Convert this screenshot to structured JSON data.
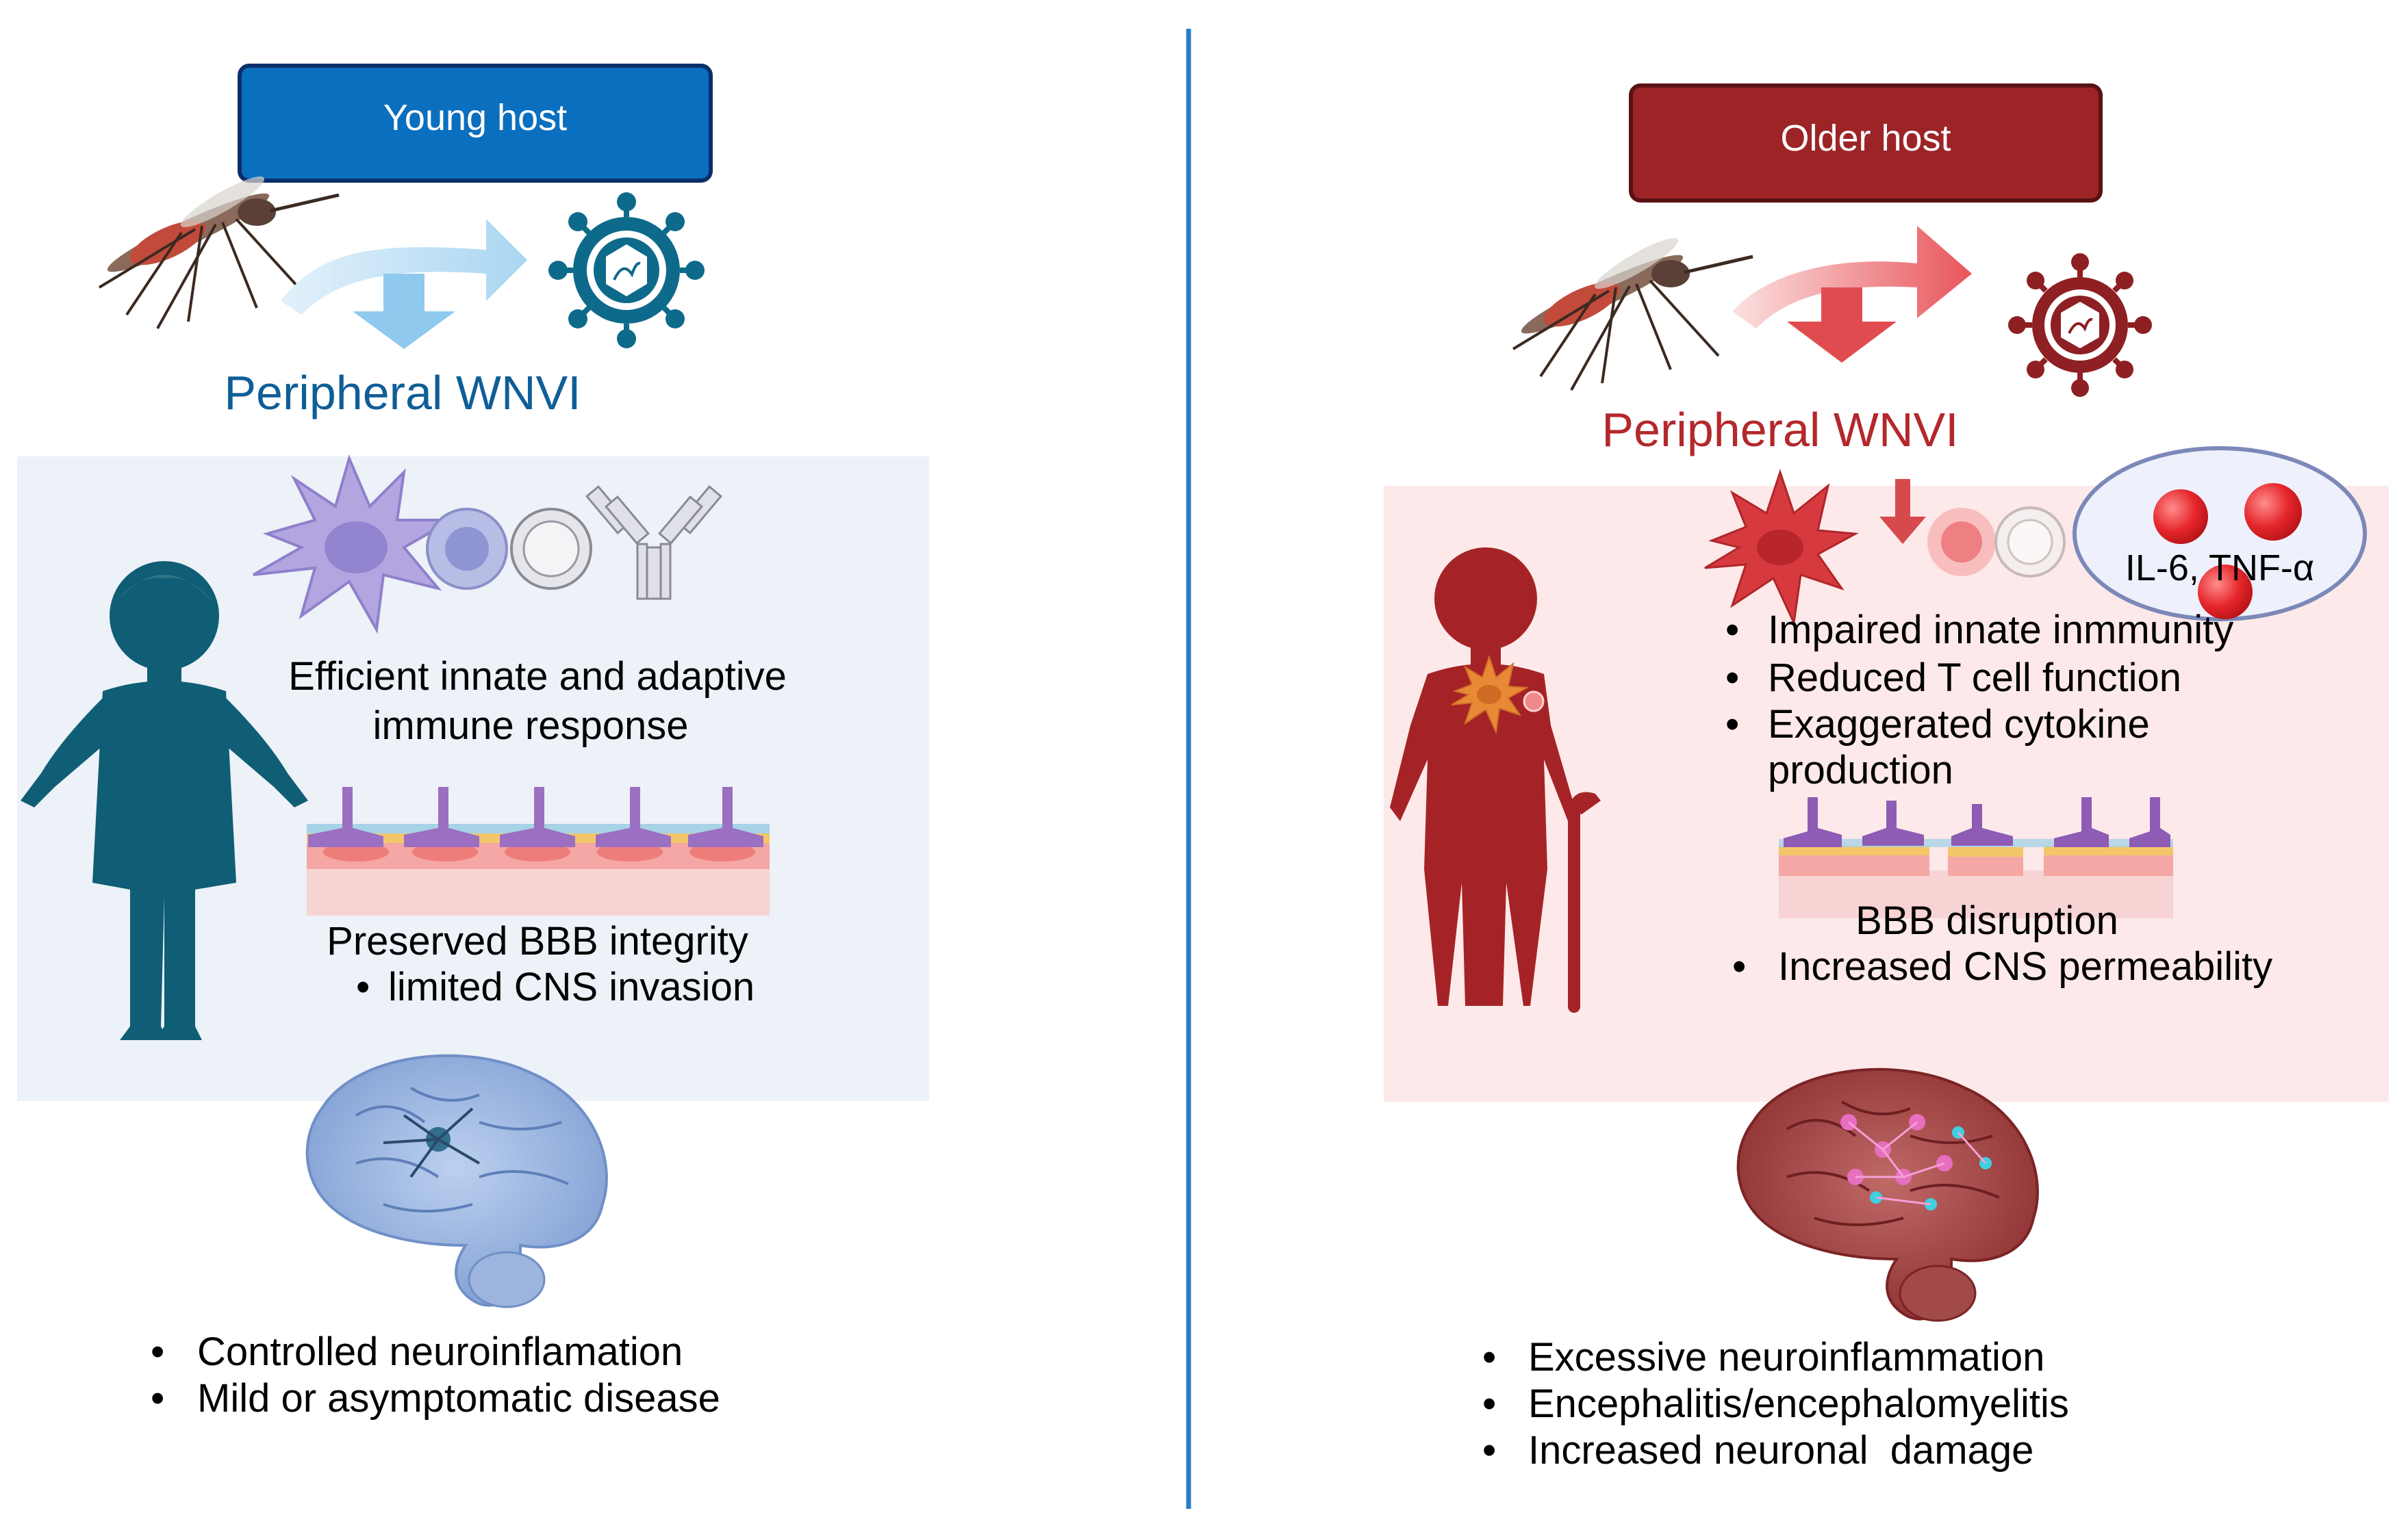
{
  "colors": {
    "young_blue": "#0b6fbf",
    "young_text": "#0f5e97",
    "young_panel": "#edf1f8",
    "young_silhouette": "#0f5e75",
    "older_red": "#9c2427",
    "older_text": "#b3282c",
    "older_panel": "#fde9e9",
    "older_silhouette": "#a52326",
    "divider": "#2a7cc4"
  },
  "young": {
    "title": "Young host",
    "infection_label": "Peripheral WNVI",
    "immune_text_line1": "Efficient innate and adaptive",
    "immune_text_line2": "immune response",
    "bbb_title": "Preserved BBB integrity",
    "bbb_bullets": [
      "limited CNS invasion"
    ],
    "outcomes": [
      "Controlled neuroinflamation",
      "Mild or asymptomatic disease"
    ],
    "icons": [
      "mosquito-icon",
      "arrow-icon",
      "virus-icon",
      "dendritic-cell-icon",
      "lymphocyte-icon",
      "antibody-icon",
      "child-silhouette-icon",
      "bbb-endothelium-icon",
      "brain-icon"
    ]
  },
  "older": {
    "title": "Older host",
    "infection_label": "Peripheral WNVI",
    "cytokine_label": "IL-6, TNF-α",
    "immune_bullets": [
      "Impaired innate inmmunity",
      "Reduced T cell function",
      "Exaggerated cytokine",
      "production"
    ],
    "bbb_title": "BBB disruption",
    "bbb_bullets": [
      "Increased CNS permeability"
    ],
    "outcomes": [
      "Excessive neuroinflammation",
      "Encephalitis/encephalomyelitis",
      "Increased neuronal  damage"
    ],
    "icons": [
      "mosquito-icon",
      "arrow-icon",
      "virus-icon",
      "dendritic-cell-icon",
      "down-arrow-icon",
      "lymphocyte-icon",
      "cytokine-icon",
      "elderly-silhouette-icon",
      "bbb-disrupted-icon",
      "brain-icon"
    ]
  }
}
